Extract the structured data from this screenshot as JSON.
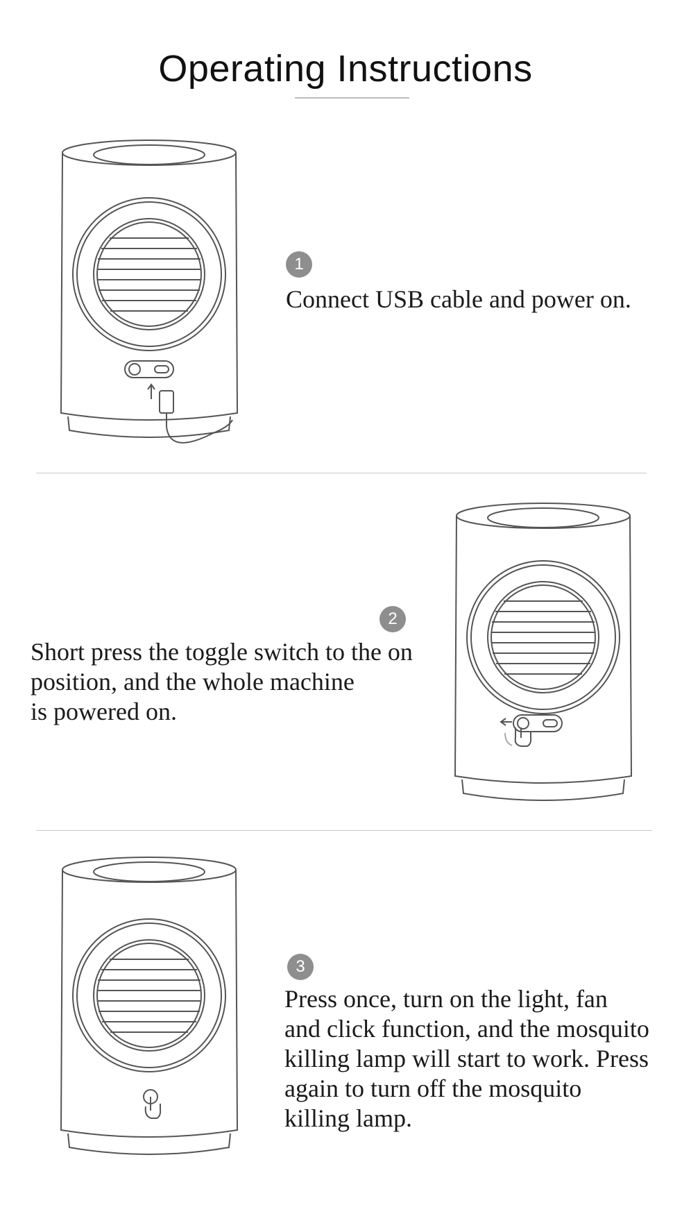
{
  "page_title": "Operating Instructions",
  "steps": [
    {
      "number": "1",
      "text": "Connect USB cable and power on."
    },
    {
      "number": "2",
      "lines": [
        "Short press the toggle switch to the on",
        "position, and the whole machine",
        "is powered on."
      ]
    },
    {
      "number": "3",
      "lines": [
        "Press once, turn on the light, fan",
        "and click function, and the mosquito",
        "killing lamp will start to work. Press",
        "again to turn off the mosquito",
        "killing lamp."
      ]
    }
  ],
  "icons": {
    "step1_device": "lamp-device-usb-icon",
    "step2_device": "lamp-device-toggle-icon",
    "step3_device": "lamp-device-touch-icon"
  }
}
